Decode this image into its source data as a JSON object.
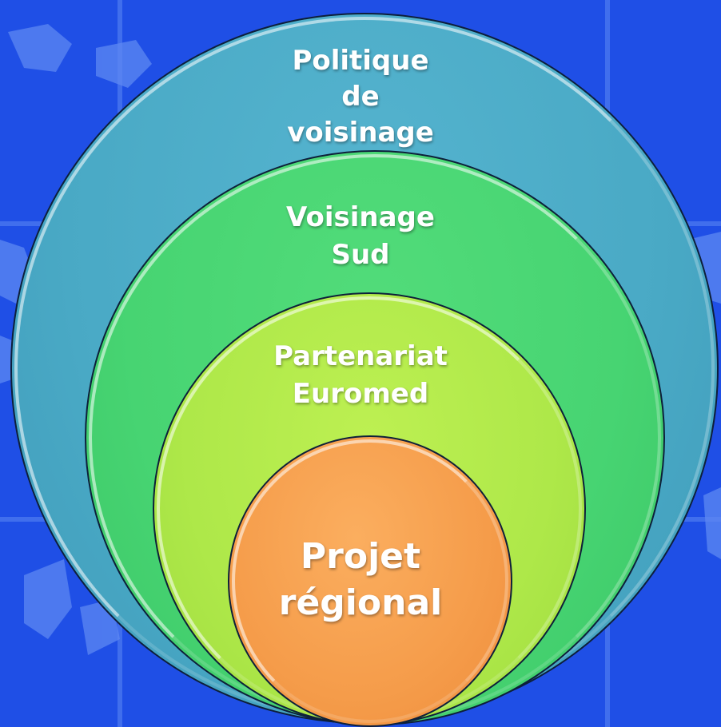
{
  "diagram": {
    "type": "nested-circles",
    "colors": {
      "background": "#1f4fe6",
      "outer": "#49a9c5",
      "second": "#47d472",
      "third": "#aee849",
      "inner": "#f59c4a",
      "text": "#ffffff"
    },
    "levels": [
      {
        "label": "Politique\nde\nvoisinage"
      },
      {
        "label": "Voisinage\nSud"
      },
      {
        "label": "Partenariat\nEuromed"
      },
      {
        "label": "Projet\nrégional"
      }
    ]
  }
}
